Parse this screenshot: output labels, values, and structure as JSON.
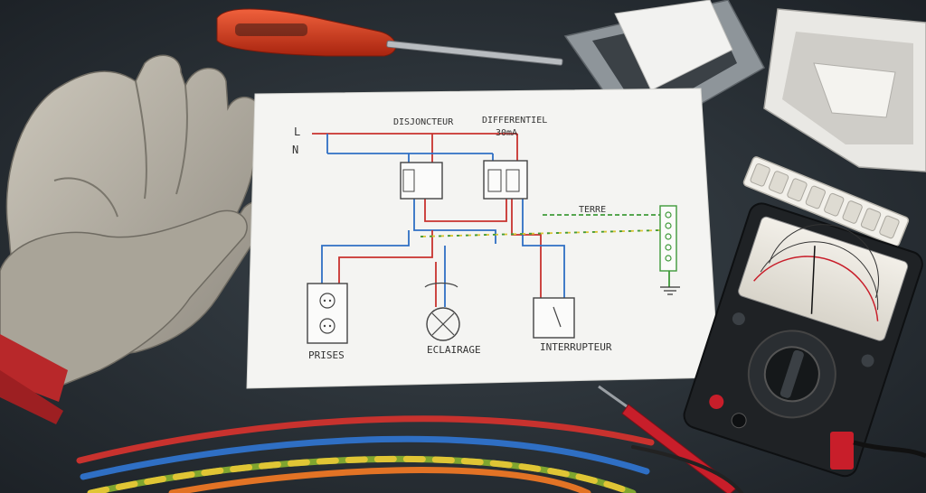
{
  "schematic": {
    "phase_label": "L",
    "neutral_label": "N",
    "breaker_label": "DISJONCTEUR",
    "rcd_label_line1": "DIFFERENTIEL",
    "rcd_label_line2": "30mA",
    "earth_label": "TERRE",
    "sockets_label": "PRISES",
    "lighting_label": "ECLAIRAGE",
    "switch_label": "INTERRUPTEUR"
  },
  "colors": {
    "background": "#2b3238",
    "paper": "#f4f4f2",
    "phase_wire": "#c8322e",
    "neutral_wire": "#2f6fc4",
    "earth_wire": "#3f9a3a",
    "earth_wire_alt": "#d9c431",
    "glove": "#b9b4a8",
    "glove_cuff": "#b8282a",
    "screwdriver_handle": "#d93a22",
    "multimeter_body": "#1f2225",
    "multimeter_accent": "#c81e2a"
  },
  "objects": {
    "gloves": "work-gloves",
    "screwdriver": "screwdriver",
    "switch_mechanism": "light-switch",
    "switch_cover": "switch-cover-plate",
    "terminal_block": "terminal-block",
    "multimeter": "analog-multimeter",
    "test_probe": "test-probe",
    "wires": [
      "red-wire",
      "blue-wire",
      "green-yellow-wire",
      "orange-wire"
    ]
  }
}
